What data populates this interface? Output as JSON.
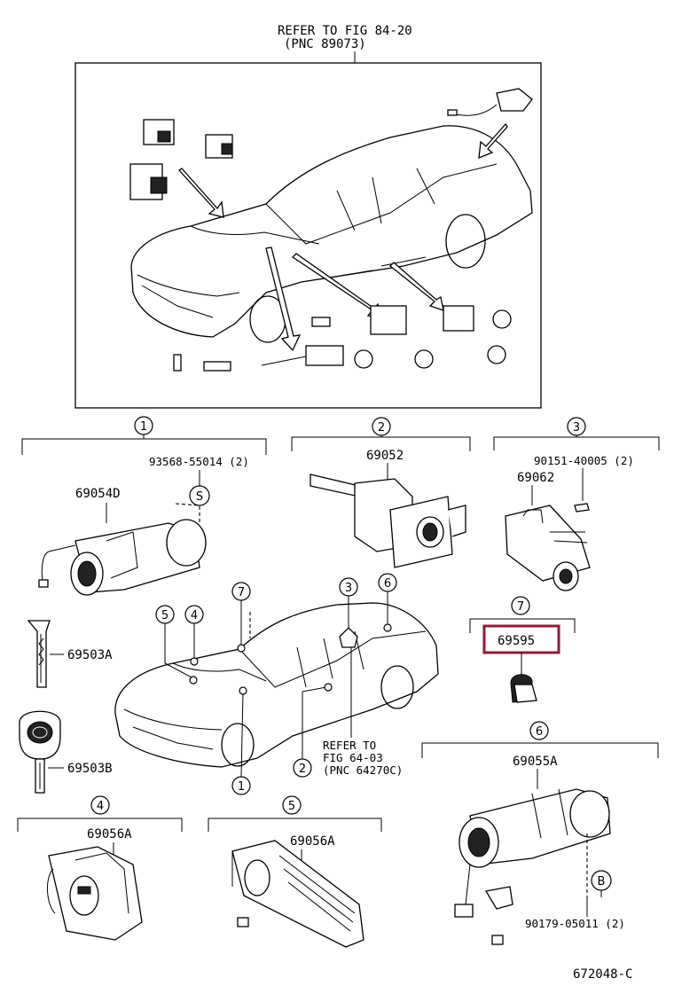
{
  "header_ref": {
    "line1": "REFER TO FIG 84-20",
    "line2": "(PNC 89073)"
  },
  "callouts": {
    "c1": "1",
    "c2": "2",
    "c3": "3",
    "c4": "4",
    "c5": "5",
    "c6": "6",
    "c7": "7",
    "s_marker": "S",
    "b_marker": "B"
  },
  "section1": {
    "bolt": "93568-55014 (2)",
    "cylinder": "69054D",
    "key_blank": "69503A",
    "key": "69503B"
  },
  "section2": {
    "part": "69052"
  },
  "section3": {
    "screw": "90151-40005 (2)",
    "part": "69062"
  },
  "section7": {
    "part": "69595"
  },
  "section6": {
    "part": "69055A",
    "screw": "90179-05011 (2)"
  },
  "section4": {
    "part": "69056A"
  },
  "section5": {
    "part": "69056A"
  },
  "center_ref": {
    "line1": "REFER TO",
    "line2": "FIG 64-03",
    "line3": "(PNC 64270C)"
  },
  "figure_number": "672048-C"
}
